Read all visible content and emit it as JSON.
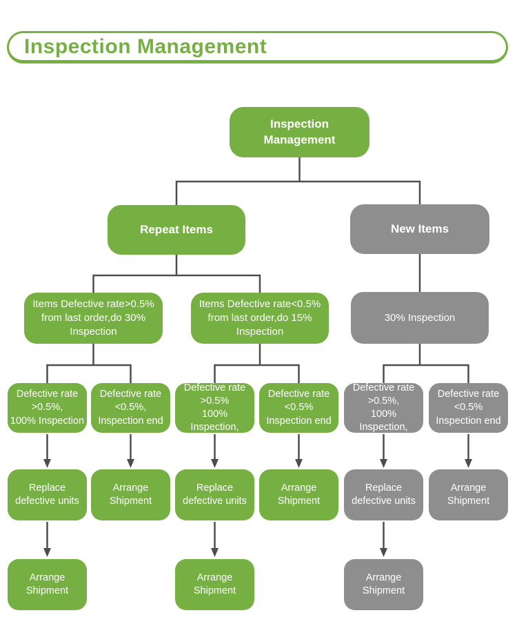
{
  "header": {
    "title": "Inspection Management"
  },
  "colors": {
    "green": "#76b043",
    "gray": "#8e8e8e",
    "connector": "#4d4d4d",
    "node_text": "#ffffff",
    "background": "#ffffff"
  },
  "flowchart": {
    "nodes": {
      "root": {
        "label": "Inspection\nManagement",
        "color": "green"
      },
      "repeat_items": {
        "label": "Repeat Items",
        "color": "green"
      },
      "new_items": {
        "label": "New Items",
        "color": "gray"
      },
      "repeat_high_rate": {
        "label": "Items Defective rate>0.5%\nfrom last order,do 30%\nInspection",
        "color": "green"
      },
      "repeat_low_rate": {
        "label": "Items Defective rate<0.5%\nfrom last order,do 15%\nInspection",
        "color": "green"
      },
      "new_inspection": {
        "label": "30% Inspection",
        "color": "gray"
      },
      "check1": {
        "label": "Defective rate\n>0.5%,\n100% Inspection",
        "color": "green"
      },
      "check2": {
        "label": "Defective rate\n<0.5%,\nInspection end",
        "color": "green"
      },
      "check3": {
        "label": "Defective rate\n>0.5%\n100% Inspection,",
        "color": "green"
      },
      "check4": {
        "label": "Defective rate\n<0.5%\nInspection end",
        "color": "green"
      },
      "check5": {
        "label": "Defective rate\n>0.5%,\n100% Inspection,",
        "color": "gray"
      },
      "check6": {
        "label": "Defective rate\n<0.5%\nInspection end",
        "color": "gray"
      },
      "action1": {
        "label": "Replace\ndefective units",
        "color": "green"
      },
      "action2": {
        "label": "Arrange\nShipment",
        "color": "green"
      },
      "action3": {
        "label": "Replace\ndefective units",
        "color": "green"
      },
      "action4": {
        "label": "Arrange\nShipment",
        "color": "green"
      },
      "action5": {
        "label": "Replace\ndefective units",
        "color": "gray"
      },
      "action6": {
        "label": "Arrange\nShipment",
        "color": "gray"
      },
      "final1": {
        "label": "Arrange\nShipment",
        "color": "green"
      },
      "final3": {
        "label": "Arrange\nShipment",
        "color": "green"
      },
      "final5": {
        "label": "Arrange\nShipment",
        "color": "gray"
      }
    }
  }
}
